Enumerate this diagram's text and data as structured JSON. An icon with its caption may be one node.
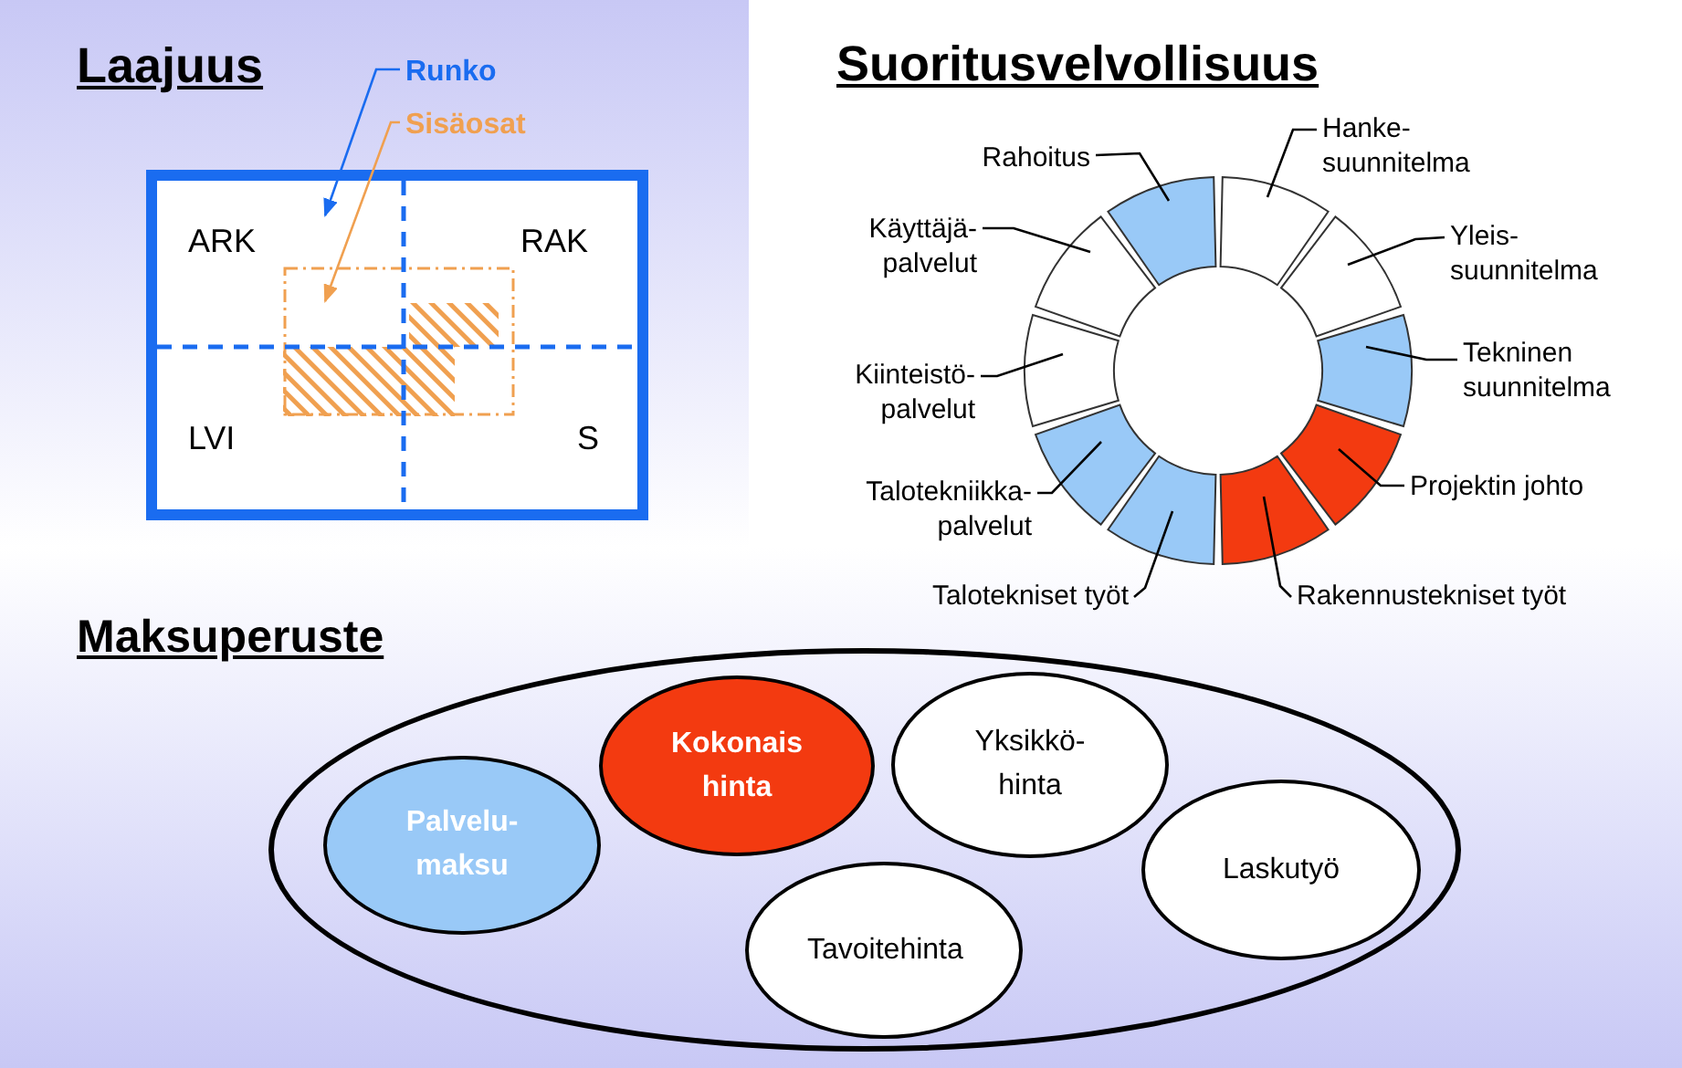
{
  "diagram": {
    "nodes": [
      {
        "text": [
          "Runko"
        ]
      },
      {
        "text": [
          "Sisäosat"
        ]
      },
      {
        "text": [],
        "shape": "box"
      },
      {
        "text": [],
        "shape": "box",
        "in": 2
      },
      {
        "text": [
          "Hanke- suunnitelma"
        ]
      },
      {
        "text": [
          "Yleis- suunnitelma"
        ]
      },
      {
        "text": [
          "Tekninen suunnitelma"
        ]
      },
      {
        "text": [
          "Projektin johto"
        ]
      },
      {
        "text": [
          "Rakennustekniset työt"
        ]
      },
      {
        "text": [
          "Talotekniset työt"
        ]
      },
      {
        "text": [
          "Talotekniikka- palvelut"
        ]
      },
      {
        "text": [
          "Kiinteistö- palvelut"
        ]
      },
      {
        "text": [
          "Käyttäjä- palvelut"
        ]
      },
      {
        "text": [
          "Rahoitus"
        ]
      },
      {
        "text": [],
        "shape": "segment"
      },
      {
        "text": [],
        "shape": "segment"
      },
      {
        "text": [],
        "shape": "segment"
      },
      {
        "text": [],
        "shape": "segment"
      },
      {
        "text": [],
        "shape": "segment"
      },
      {
        "text": [],
        "shape": "segment"
      },
      {
        "text": [],
        "shape": "segment"
      },
      {
        "text": [],
        "shape": "segment"
      },
      {
        "text": [],
        "shape": "segment"
      },
      {
        "text": [],
        "shape": "segment"
      },
      {
        "text": [],
        "shape": "ellipse"
      },
      {
        "text": [
          "Kokonais hinta"
        ],
        "in": 24
      },
      {
        "text": [
          "Yksikkö- hinta"
        ],
        "in": 24
      },
      {
        "text": [
          "Palvelu- maksu"
        ],
        "in": 24
      },
      {
        "text": [
          "Laskutyö"
        ],
        "in": 24
      },
      {
        "text": [
          "Tavoitehinta"
        ],
        "in": 24
      }
    ],
    "edges": [
      {
        "from": 0,
        "to": 2,
        "arrow": "to",
        "color": "#1a6cf0"
      },
      {
        "from": 1,
        "to": 3,
        "arrow": "to",
        "color": "#f0a050"
      },
      {
        "from": 4,
        "to": 14,
        "arrow": "none"
      },
      {
        "from": 5,
        "to": 15,
        "arrow": "none"
      },
      {
        "from": 6,
        "to": 16,
        "arrow": "none"
      },
      {
        "from": 7,
        "to": 17,
        "arrow": "none"
      },
      {
        "from": 8,
        "to": 18,
        "arrow": "none"
      },
      {
        "from": 9,
        "to": 19,
        "arrow": "none"
      },
      {
        "from": 10,
        "to": 20,
        "arrow": "none"
      },
      {
        "from": 11,
        "to": 21,
        "arrow": "none"
      },
      {
        "from": 12,
        "to": 22,
        "arrow": "none"
      },
      {
        "from": 13,
        "to": 23,
        "arrow": "none"
      }
    ],
    "labels": [
      "Laajuus",
      "Suoritusvelvollisuus",
      "ARK",
      "RAK",
      "LVI",
      "S",
      "Maksuperuste"
    ]
  }
}
